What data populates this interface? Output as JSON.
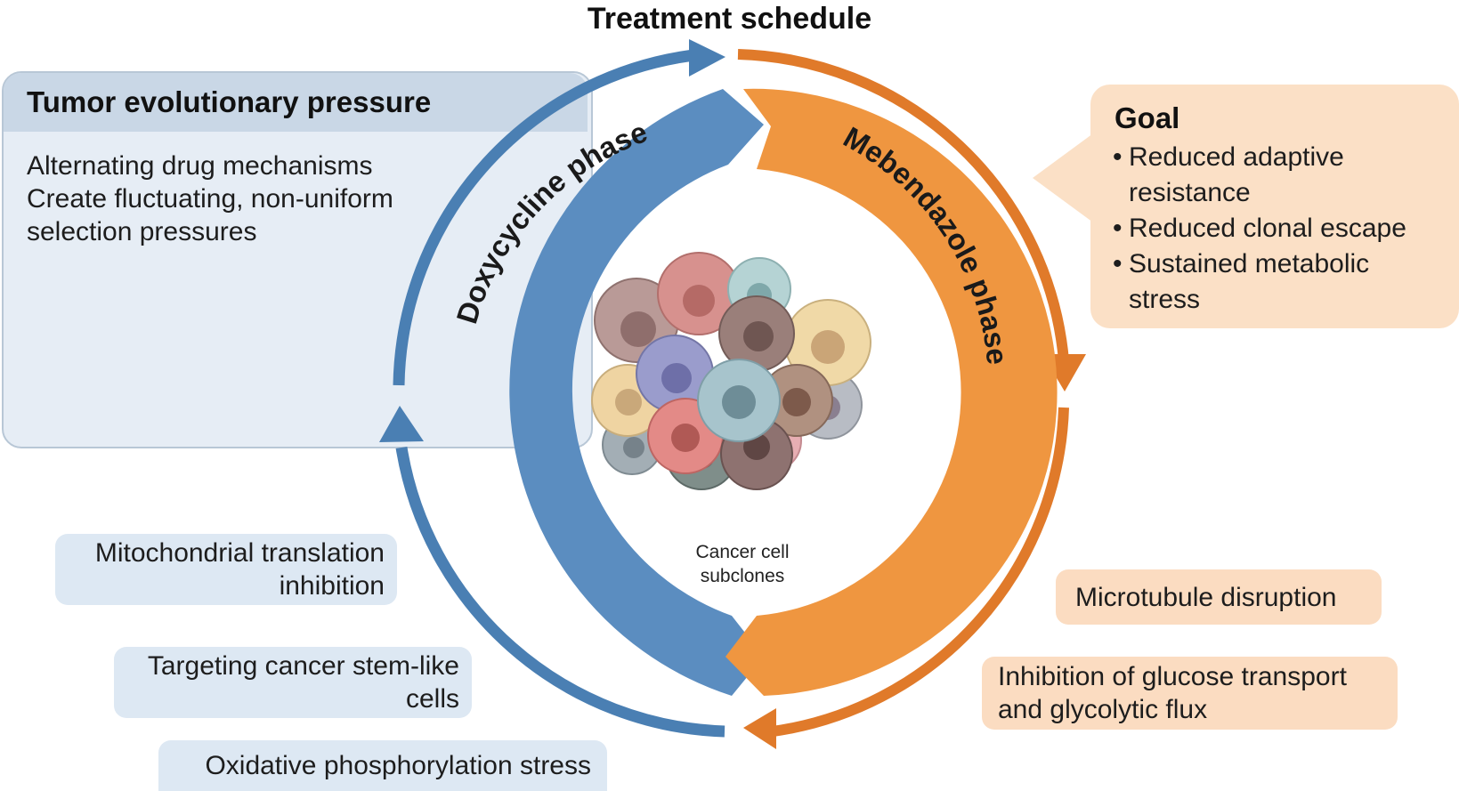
{
  "title": "Treatment schedule",
  "left_panel": {
    "title": "Tumor evolutionary pressure",
    "lines": [
      "Alternating drug mechanisms",
      "Create fluctuating, non-uniform",
      "selection pressures"
    ]
  },
  "goal": {
    "title": "Goal",
    "items": [
      {
        "bullet": "•",
        "line1": "Reduced adaptive",
        "line2": "resistance"
      },
      {
        "bullet": "•",
        "line1": "Reduced clonal escape",
        "line2": ""
      },
      {
        "bullet": "•",
        "line1": "Sustained metabolic",
        "line2": "stress"
      }
    ]
  },
  "phases": {
    "doxycycline": "Doxycycline phase",
    "mebendazole": "Mebendazole phase"
  },
  "center_label": {
    "line1": "Cancer cell",
    "line2": "subclones"
  },
  "doxy_mechanisms": [
    {
      "line1": "Mitochondrial translation",
      "line2": "inhibition"
    },
    {
      "line1": "Targeting cancer stem-like",
      "line2": "cells"
    },
    {
      "line1": "Oxidative phosphorylation stress",
      "line2": ""
    }
  ],
  "mebe_mechanisms": [
    {
      "line1": "Microtubule disruption",
      "line2": ""
    },
    {
      "line1": "Inhibition of glucose transport",
      "line2": "and glycolytic flux"
    }
  ],
  "colors": {
    "blue_band": "#5b8dc0",
    "blue_arrow": "#4a7fb3",
    "orange_band": "#ef9640",
    "orange_arrow": "#e07a2a",
    "blue_box": "#dde8f3",
    "orange_box": "#fbdcc1"
  }
}
